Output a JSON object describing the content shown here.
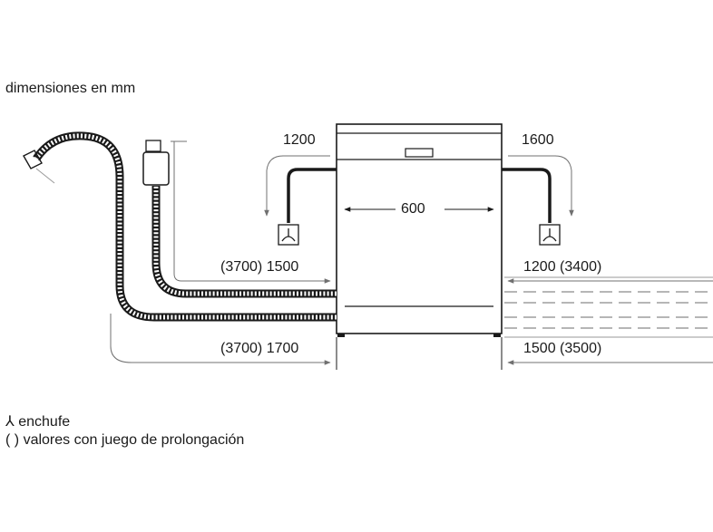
{
  "title": "dimensiones en mm",
  "dimensions": {
    "width": "600",
    "left_top": "1200",
    "right_top": "1600",
    "left_mid": "(3700) 1500",
    "right_mid": "1200 (3400)",
    "left_bottom": "(3700) 1700",
    "right_bottom": "1500 (3500)"
  },
  "legend": {
    "plug_symbol": "⅄",
    "plug_label": "enchufe",
    "paren_symbol": "( )",
    "paren_label": "valores con juego de prolongación"
  },
  "icons": [
    "plug-icon",
    "hose-icon",
    "dishwasher-icon"
  ]
}
